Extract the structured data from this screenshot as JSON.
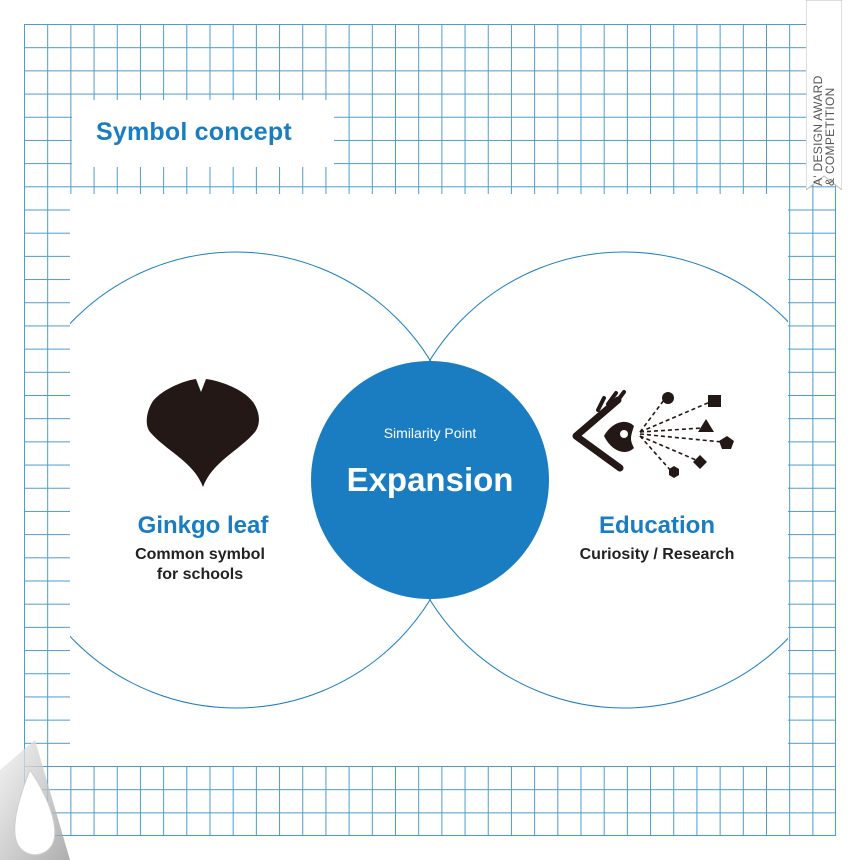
{
  "title": "Symbol concept",
  "left": {
    "title": "Ginkgo leaf",
    "sub_line1": "Common symbol",
    "sub_line2": "for schools",
    "icon": "ginkgo-leaf-icon"
  },
  "center": {
    "small": "Similarity Point",
    "big": "Expansion"
  },
  "right": {
    "title": "Education",
    "sub": "Curiosity / Research",
    "icon": "eye-curiosity-icon"
  },
  "award": {
    "line1": "A' DESIGN AWARD",
    "line2": "& COMPETITION"
  },
  "colors": {
    "accent": "#1a7dc2",
    "grid": "#4a9bd0",
    "icon": "#231815"
  }
}
